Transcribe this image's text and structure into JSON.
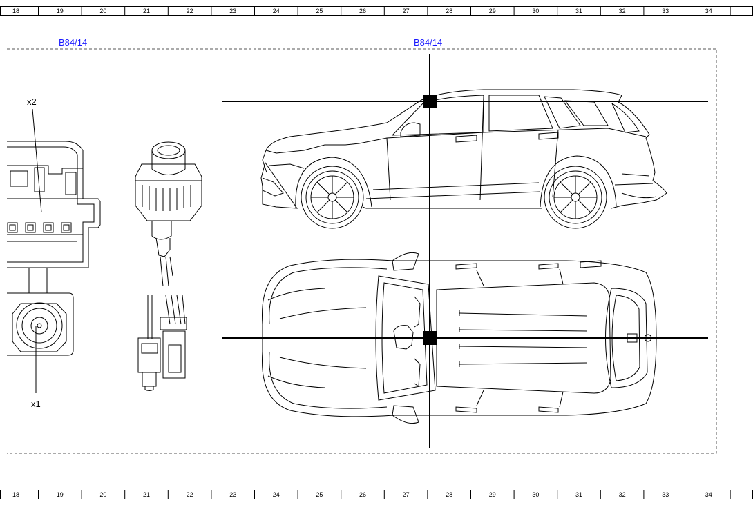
{
  "ruler": {
    "ticks": [
      "18",
      "19",
      "20",
      "21",
      "22",
      "23",
      "24",
      "25",
      "26",
      "27",
      "28",
      "29",
      "30",
      "31",
      "32",
      "33",
      "34"
    ]
  },
  "labels": {
    "component_left": "B84/14",
    "component_right": "B84/14",
    "connector_x1": "x1",
    "connector_x2": "x2"
  },
  "colors": {
    "reference_label": "#1a1aff",
    "line": "#000000",
    "frame_dash": "#555555"
  }
}
